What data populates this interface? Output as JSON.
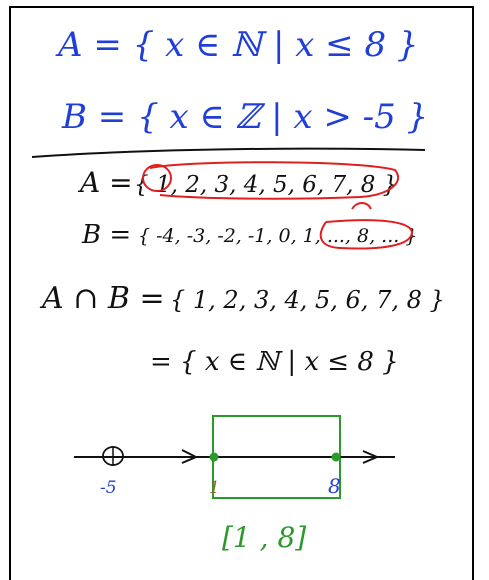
{
  "definitions": {
    "set_a": "A = { x ∈ ℕ | x ≤ 8 }",
    "set_b": "B = { x ∈ ℤ | x > -5 }"
  },
  "listing": {
    "a_label": "A =",
    "a_elements": "{ 1, 2, 3, 4, 5, 6, 7, 8 }",
    "b_label": "B =",
    "b_elements": "{ -4, -3, -2, -1, 0, 1, ..., 8, ... }"
  },
  "intersection": {
    "label": "A ∩ B =",
    "elements": "{ 1, 2, 3, 4, 5, 6, 7, 8 }",
    "builder": "= { x ∈ ℕ | x ≤ 8 }"
  },
  "number_line": {
    "left_label": "-5",
    "right_label": "8",
    "lower_label": "1",
    "interval": "[1 , 8]"
  },
  "colors": {
    "blue_ink": "#1f3fd8",
    "black_ink": "#111111",
    "red_ink": "#e02020",
    "green_ink": "#2a9a2a"
  }
}
